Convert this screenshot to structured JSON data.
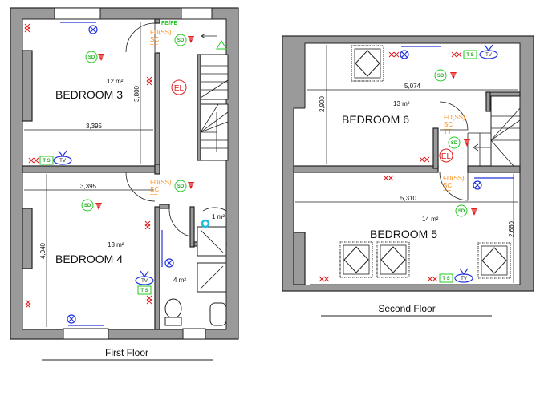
{
  "first_floor": {
    "caption": "First Floor",
    "bedroom3": {
      "name": "BEDROOM 3",
      "area": "12 m²",
      "width": "3,395",
      "depth": "3,800"
    },
    "bedroom4": {
      "name": "BEDROOM 4",
      "area": "13 m²",
      "width": "3,395",
      "depth": "4,040"
    },
    "bathroom": {
      "area": "4 m²"
    },
    "shower": {
      "area": "1 m²"
    },
    "landing_labels": {
      "fbfe": "FB/FE",
      "fd": "FD(SS)",
      "sc": "SC",
      "tt": "TT",
      "el": "EL"
    },
    "bedroom4_door_labels": {
      "fd": "FD(SS)",
      "sc": "SC",
      "tt": "TT"
    }
  },
  "second_floor": {
    "caption": "Second Floor",
    "bedroom6": {
      "name": "BEDROOM 6",
      "area": "13 m²",
      "width": "5,074",
      "depth": "2,900"
    },
    "bedroom5": {
      "name": "BEDROOM 5",
      "area": "14 m²",
      "width": "5,310",
      "depth": "2,660"
    },
    "landing_labels": {
      "fd": "FD(SS)",
      "sc": "SC",
      "tt": "TT",
      "el": "EL"
    },
    "bedroom5_door_labels": {
      "fd": "FD(SS)",
      "sc": "SC",
      "tt": "TT"
    }
  },
  "symbols": {
    "sd": "SD",
    "ts": "T S",
    "tv": "TV"
  },
  "colors": {
    "smoke_detector": "#22cc22",
    "fire_door": "#ff8c1a",
    "emergency_light": "#e02020",
    "light": "#2233dd",
    "wall": "#9a9a9a"
  }
}
